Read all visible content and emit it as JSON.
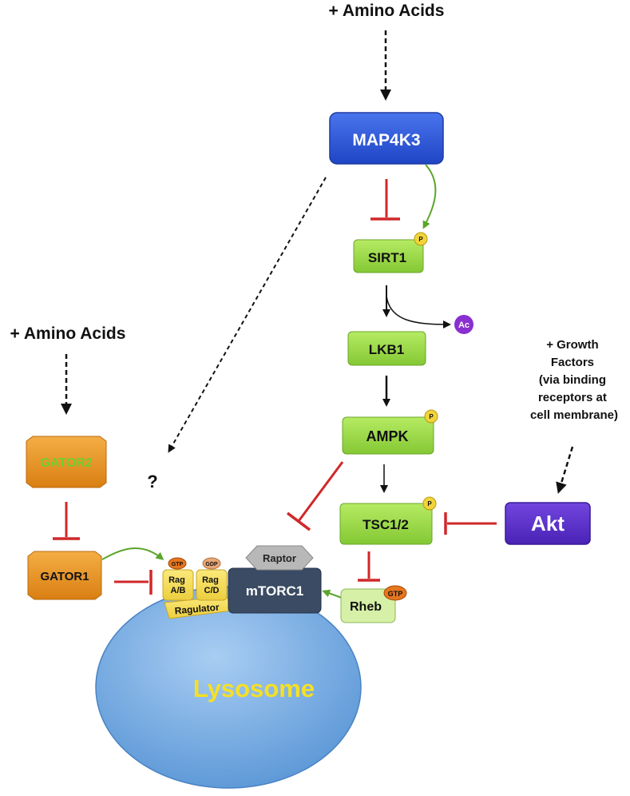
{
  "inputs": {
    "amino_acids_top": "+ Amino Acids",
    "amino_acids_left": "+ Amino Acids",
    "growth_factors": [
      "+ Growth",
      "Factors",
      "(via binding",
      "receptors at",
      "cell membrane)"
    ]
  },
  "nodes": {
    "map4k3": "MAP4K3",
    "sirt1": "SIRT1",
    "lkb1": "LKB1",
    "ampk": "AMPK",
    "tsc": "TSC1/2",
    "akt": "Akt",
    "gator2": "GATOR2",
    "gator1": "GATOR1",
    "rag_ab": [
      "Rag",
      "A/B"
    ],
    "rag_cd": [
      "Rag",
      "C/D"
    ],
    "ragulator": "Ragulator",
    "raptor": "Raptor",
    "mtorc1": "mTORC1",
    "rheb": "Rheb",
    "lysosome": "Lysosome"
  },
  "badges": {
    "phospho": "P",
    "acetyl": "Ac",
    "gtp": "GTP",
    "gdp": "GDP"
  },
  "unknown_mark": "?",
  "colors": {
    "blue_node": "#2a55d6",
    "green_node": "#9ad845",
    "orange_node": "#e8931e",
    "gator2_text": "#6fcf2e",
    "purple_node": "#5a2fc9",
    "yellow_node": "#f4dc58",
    "mtorc1": "#3a4b63",
    "raptor": "#b8b8b8",
    "lysosome": "#7fb3e8",
    "lysosome_text": "#f5e024",
    "inhibit": "#d0282a",
    "activate": "#5aa52a",
    "acetyl_badge": "#8a2fd0",
    "phospho_badge": "#f1d43a"
  }
}
